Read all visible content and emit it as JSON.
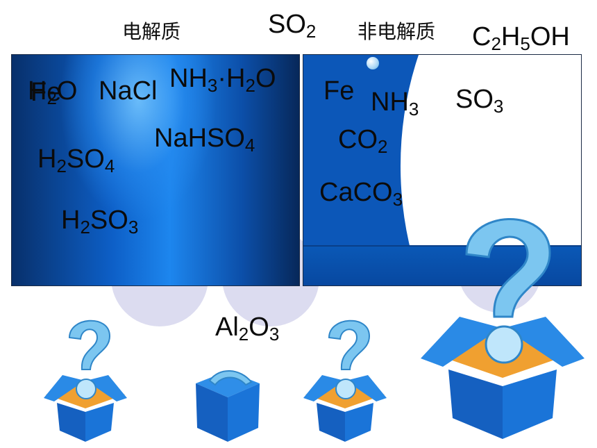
{
  "headings": {
    "electrolyte": "电解质",
    "nonelectrolyte": "非电解质"
  },
  "top_formulas": {
    "so2": [
      "SO",
      "2",
      ""
    ],
    "c2h5oh": [
      "C",
      "2",
      "H",
      "5",
      "OH"
    ]
  },
  "left_panel_formulas": {
    "h2o": [
      "H",
      "2",
      "O"
    ],
    "fe_overlap": "Fe",
    "nacl": "NaCl",
    "nh3h2o": [
      "NH",
      "3",
      "·H",
      "2",
      "O"
    ],
    "nahso4": [
      "NaHSO",
      "4"
    ],
    "h2so4": [
      "H",
      "2",
      "SO",
      "4"
    ],
    "h2so3": [
      "H",
      "2",
      "SO",
      "3"
    ]
  },
  "right_panel_formulas": {
    "fe": "Fe",
    "nh3": [
      "NH",
      "3"
    ],
    "so3": [
      "SO",
      "3"
    ],
    "co2": [
      "CO",
      "2"
    ],
    "caco3": [
      "CaCO",
      "3"
    ]
  },
  "bottom_formula": {
    "al2o3": [
      "Al",
      "2",
      "O",
      "3"
    ]
  },
  "icons": [
    "question-box-icon",
    "closed-box-icon",
    "question-box-icon",
    "question-box-icon"
  ],
  "colors": {
    "panel_blue": "#0d5fc7",
    "box_blue": "#1a6fd0",
    "question_blue": "#7cc6f0",
    "box_inner_orange": "#f0a030"
  }
}
